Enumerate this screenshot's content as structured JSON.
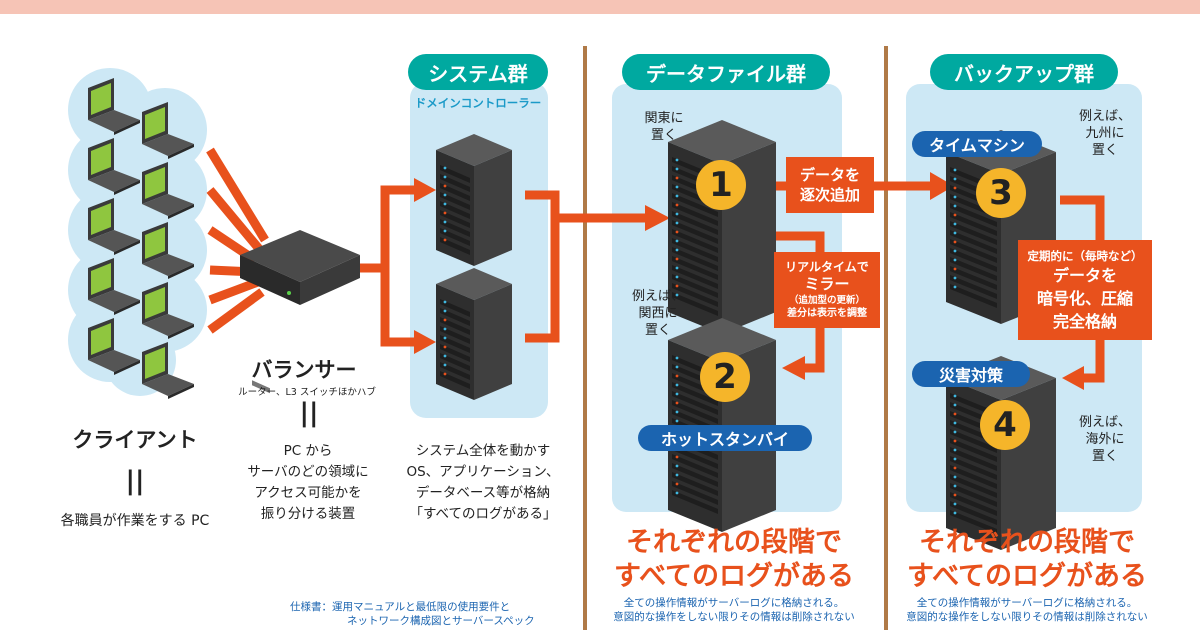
{
  "header_band": {
    "color": "#f6c4b6"
  },
  "colors": {
    "accent_orange": "#e8511c",
    "teal": "#00a9a0",
    "blue": "#1b64b0",
    "pane_blue": "#cde8f5",
    "divider_brown": "#b07a47"
  },
  "clients": {
    "title": "クライアント",
    "equals": "||",
    "description": "各職員が作業をする PC"
  },
  "balancer": {
    "title": "バランサー",
    "subtitle": "ルーター、L3 スイッチほかハブ",
    "equals": "||",
    "description_lines": [
      "PC から",
      "サーバのどの領域に",
      "アクセス可能かを",
      "振り分ける装置"
    ]
  },
  "system_group": {
    "label": "システム群",
    "sublabel": "ドメインコントローラー",
    "description_lines": [
      "システム全体を動かす",
      "OS、アプリケーション、",
      "データベース等が格納",
      "「すべてのログがある」"
    ]
  },
  "spec_note": {
    "label": "仕様書：",
    "lines": [
      "運用マニュアルと最低限の使用要件と",
      "ネットワーク構成図とサーバースペック"
    ]
  },
  "data_file_group": {
    "label": "データファイル群",
    "server1_location": [
      "関東に",
      "置く"
    ],
    "server1_number": "1",
    "server2_location": [
      "例えば、",
      "関西に",
      "置く"
    ],
    "server2_number": "2",
    "append_box": [
      "データを",
      "逐次追加"
    ],
    "mirror_box": {
      "line1": "リアルタイムで",
      "line2": "ミラー",
      "line3": "（追加型の更新）",
      "line4": "差分は表示を調整"
    },
    "hot_standby": "ホットスタンバイ",
    "headline_lines": [
      "それぞれの段階で",
      "すべてのログがある"
    ],
    "footnote_lines": [
      "全ての操作情報がサーバーログに格納される。",
      "意図的な操作をしない限りその情報は削除されない"
    ]
  },
  "backup_group": {
    "label": "バックアップ群",
    "time_machine": "タイムマシン",
    "server3_number": "3",
    "server3_location": [
      "例えば、",
      "九州に",
      "置く"
    ],
    "periodic_box": {
      "line1": "定期的に（毎時など）",
      "line2": "データを",
      "line3": "暗号化、圧縮",
      "line4": "完全格納"
    },
    "disaster": "災害対策",
    "server4_number": "4",
    "server4_location": [
      "例えば、",
      "海外に",
      "置く"
    ],
    "headline_lines": [
      "それぞれの段階で",
      "すべてのログがある"
    ],
    "footnote_lines": [
      "全ての操作情報がサーバーログに格納される。",
      "意図的な操作をしない限りその情報は削除されない"
    ]
  }
}
